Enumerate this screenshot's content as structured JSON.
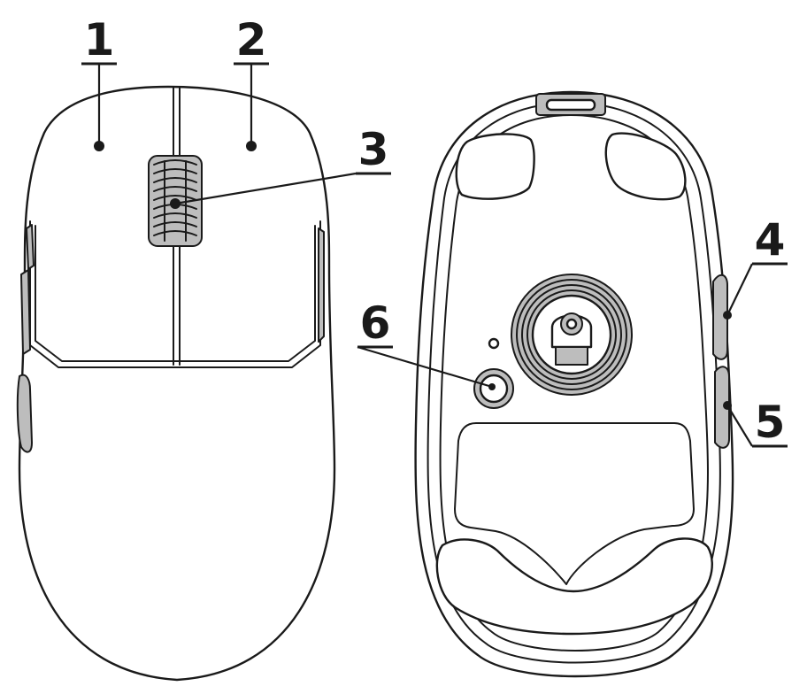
{
  "callouts": [
    {
      "id": "1",
      "label": "1"
    },
    {
      "id": "2",
      "label": "2"
    },
    {
      "id": "3",
      "label": "3"
    },
    {
      "id": "4",
      "label": "4"
    },
    {
      "id": "5",
      "label": "5"
    },
    {
      "id": "6",
      "label": "6"
    }
  ],
  "colors": {
    "line": "#1a1a1a",
    "fill": "#ffffff",
    "accent_grey": "#bdbdbd"
  }
}
